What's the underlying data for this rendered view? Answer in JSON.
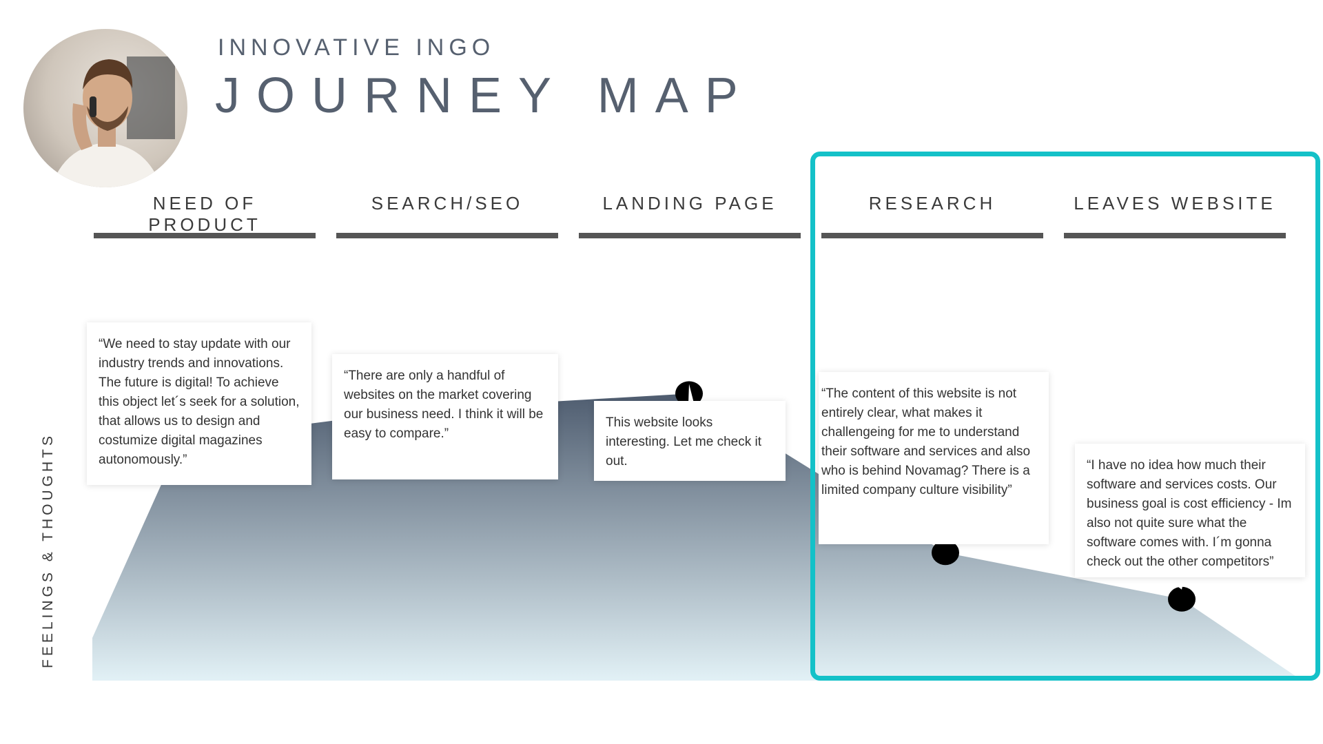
{
  "header": {
    "subtitle": "INNOVATIVE INGO",
    "title": "JOURNEY MAP"
  },
  "avatar": {
    "icon": "persona-photo-icon"
  },
  "stages": [
    {
      "label": "NEED OF PRODUCT"
    },
    {
      "label": "SEARCH/SEO"
    },
    {
      "label": "LANDING PAGE"
    },
    {
      "label": "RESEARCH"
    },
    {
      "label": "LEAVES WEBSITE"
    }
  ],
  "y_axis_label": "FEELINGS & THOUGHTS",
  "thoughts": [
    "“We need to stay update with our industry trends and innovations. The future is digital! To achieve this object let´s seek for a solution, that allows us to design and costumize digital magazines autonomously.”",
    "“There are only a handful of websites on the market covering our business need. I think it will be easy to compare.”",
    "This website looks interesting. Let me check it out.",
    "“The content of this website is not entirely clear, what makes it challengeing for me to understand their software and services and also who is behind Novamag? There is a limited company culture visibility”",
    "“I have no idea how much their software and services costs. Our business goal is cost efficiency - Im also not quite sure what the software comes with. I´m gonna check out the other competitors”"
  ],
  "chart_data": {
    "type": "area",
    "categories": [
      "NEED OF PRODUCT",
      "SEARCH/SEO",
      "LANDING PAGE",
      "RESEARCH",
      "LEAVES WEBSITE"
    ],
    "values": [
      0.62,
      0.7,
      0.74,
      0.33,
      0.21
    ],
    "ylim": [
      0,
      1
    ],
    "grid": false,
    "highlighted_categories": [
      "RESEARCH",
      "LEAVES WEBSITE"
    ]
  },
  "colors": {
    "title": "#56606f",
    "stage_bar": "#555555",
    "area_top": "#4f5d70",
    "area_bottom": "#e2f1f6",
    "highlight_border": "#14c1c8",
    "point": "#000000"
  }
}
